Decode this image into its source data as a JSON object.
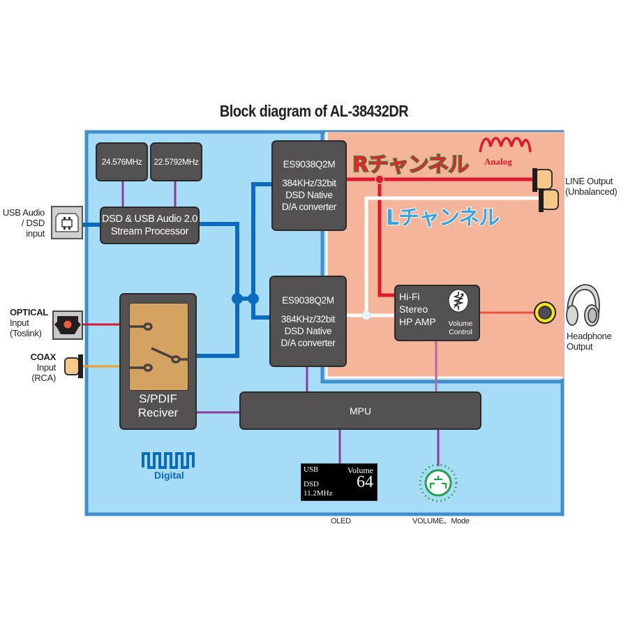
{
  "title": "Block diagram of AL-38432DR",
  "colors": {
    "digital_bg": "#a6dcf5",
    "digital_border": "#3d8fd0",
    "analog_bg": "#f4b59a",
    "block_fill": "#545152",
    "digital_bus": "#0c6bbf",
    "control_line": "#8a3a9a",
    "r_channel": "#e0182d",
    "l_channel": "#ffffff",
    "coax_line": "#f0a020",
    "switch_fill": "#d4a261"
  },
  "clocks": [
    {
      "label": "24.576MHz"
    },
    {
      "label": "22.5792MHz"
    }
  ],
  "stream_processor": {
    "line1": "DSD & USB Audio 2.0",
    "line2": "Stream Processor"
  },
  "dacs": [
    {
      "chip": "ES9038Q2M",
      "line1": "384KHz/32bit",
      "line2": "DSD Native",
      "line3": "D/A converter"
    },
    {
      "chip": "ES9038Q2M",
      "line1": "384KHz/32bit",
      "line2": "DSD Native",
      "line3": "D/A converter"
    }
  ],
  "spdif": {
    "line1": "S/PDIF",
    "line2": "Reciver"
  },
  "mpu": {
    "label": "MPU"
  },
  "hp_amp": {
    "line1": "Hi-Fi",
    "line2": "Stereo",
    "line3": "HP AMP",
    "vol1": "Volume",
    "vol2": "Control"
  },
  "inputs": {
    "usb": {
      "line1": "USB Audio",
      "line2": "/ DSD",
      "line3": "input"
    },
    "optical": {
      "line1": "OPTICAL",
      "line2": "Input",
      "line3": "(Toslink)"
    },
    "coax": {
      "line1": "COAX",
      "line2": "Input",
      "line3": "(RCA)"
    }
  },
  "outputs": {
    "line": {
      "line1": "LINE Output",
      "line2": "(Unbalanced)"
    },
    "headphone": {
      "line1": "Headphone",
      "line2": "Output"
    }
  },
  "channels": {
    "right": "Rチャンネル",
    "left": "Lチャンネル"
  },
  "analog_label": "Analog",
  "digital_label": "Digital",
  "oled": {
    "source": "USB",
    "volume_label": "Volume",
    "volume_value": "64",
    "format": "DSD",
    "rate": "11.2MHz",
    "caption": "OLED"
  },
  "knob_caption": "VOLUME、Mode"
}
